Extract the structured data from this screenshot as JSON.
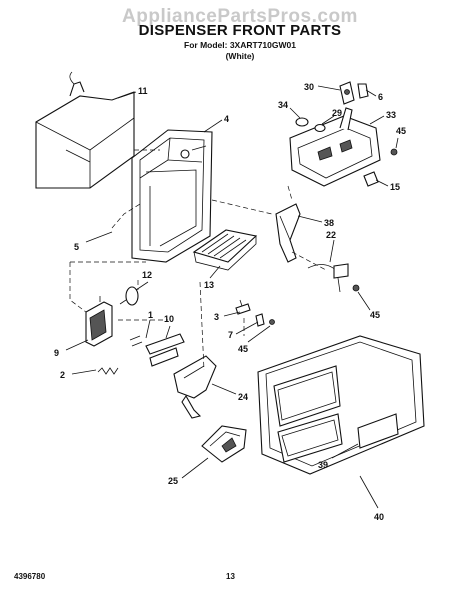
{
  "watermark": "AppliancePartsPros.com",
  "title": "DISPENSER FRONT PARTS",
  "model_line": "For Model: 3XART710GW01",
  "color_line": "(White)",
  "footer": {
    "doc_number": "4396780",
    "page_number": "13"
  },
  "callouts": {
    "c11": "11",
    "c4": "4",
    "c30": "30",
    "c6": "6",
    "c34": "34",
    "c29": "29",
    "c33": "33",
    "c45a": "45",
    "c15": "15",
    "c5": "5",
    "c38": "38",
    "c22": "22",
    "c12": "12",
    "c13": "13",
    "c45b": "45",
    "c3": "3",
    "c7": "7",
    "c45c": "45",
    "c1": "1",
    "c10": "10",
    "c9": "9",
    "c2": "2",
    "c24": "24",
    "c25": "25",
    "c39": "39",
    "c40": "40"
  }
}
